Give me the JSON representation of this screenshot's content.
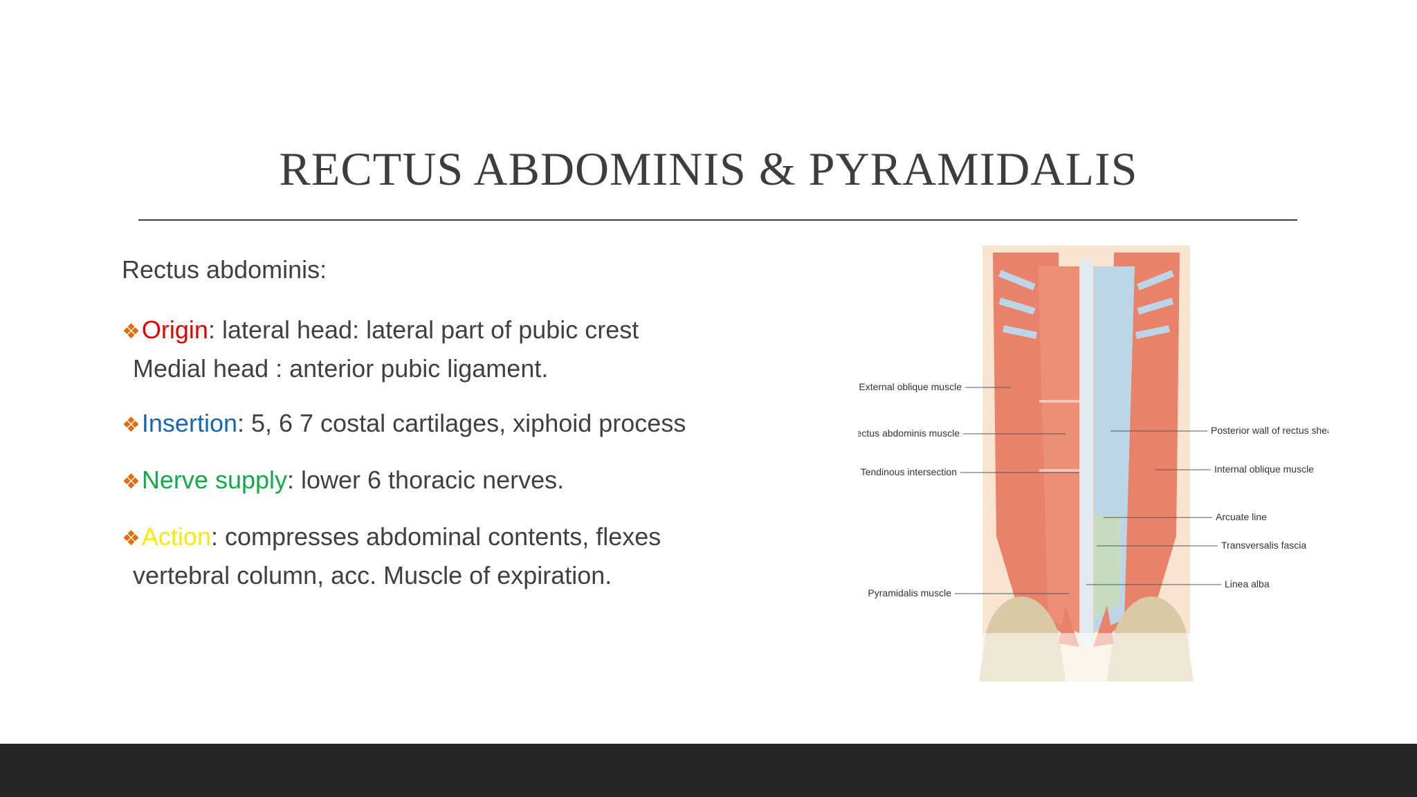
{
  "slide": {
    "title": "RECTUS ABDOMINIS & PYRAMIDALIS",
    "subtitle": "Rectus abdominis:",
    "bullet_marker": "❖",
    "bullets": [
      {
        "key": "Origin",
        "key_color": "#e00000",
        "lines": [
          ": lateral head: lateral part of pubic crest",
          "Medial head : anterior pubic ligament."
        ]
      },
      {
        "key": "Insertion",
        "key_color": "#1766b3",
        "lines": [
          ": 5, 6 7 costal cartilages, xiphoid process"
        ]
      },
      {
        "key": "Nerve supply",
        "key_color": "#14a84a",
        "lines": [
          ": lower 6 thoracic nerves."
        ]
      },
      {
        "key": "Action",
        "key_color": "#f7e80e",
        "lines": [
          ": compresses abdominal contents, flexes",
          "vertebral column, acc. Muscle of expiration."
        ]
      }
    ]
  },
  "figure": {
    "labels": {
      "external_oblique": "External oblique muscle",
      "rectus_abdominis": "Rectus abdominis muscle",
      "tendinous_intersection": "Tendinous intersection",
      "pyramidalis": "Pyramidalis muscle",
      "posterior_wall": "Posterior wall of rectus sheath",
      "internal_oblique": "Internal oblique muscle",
      "arcuate_line": "Arcuate line",
      "transversalis_fascia": "Transversalis fascia",
      "linea_alba": "Linea alba"
    }
  },
  "colors": {
    "bullet_marker": "#e46c0a",
    "text": "#404040",
    "bottom_bar": "#272729",
    "muscle": "#e9826a",
    "sheath": "#bcd6e8"
  }
}
